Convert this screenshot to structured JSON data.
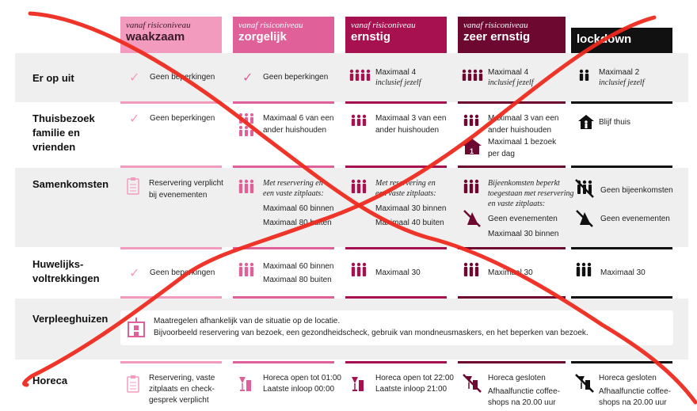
{
  "levels": [
    {
      "prefix": "vanaf risiconiveau",
      "name": "waakzaam",
      "color": "#f39bbf"
    },
    {
      "prefix": "vanaf risiconiveau",
      "name": "zorgelijk",
      "color": "#e0609a"
    },
    {
      "prefix": "vanaf risiconiveau",
      "name": "ernstig",
      "color": "#a7114f"
    },
    {
      "prefix": "vanaf risiconiveau",
      "name": "zeer ernstig",
      "color": "#6d0830"
    },
    {
      "prefix": "",
      "name": "lockdown",
      "color": "#111111"
    }
  ],
  "rows": {
    "er_op_uit": {
      "label": "Er op uit",
      "c1": "Geen beperkingen",
      "c2": "Geen beperkingen",
      "c3a": "Maximaal 4",
      "c3b": "inclusief jezelf",
      "c4a": "Maximaal 4",
      "c4b": "inclusief jezelf",
      "c5a": "Maximaal 2",
      "c5b": "inclusief jezelf"
    },
    "thuisbezoek": {
      "label_1": "Thuisbezoek",
      "label_2": "familie en",
      "label_3": "vrienden",
      "c1": "Geen beperkingen",
      "c2a": "Maximaal 6 van een",
      "c2b": "ander huishouden",
      "c3a": "Maximaal 3 van een",
      "c3b": "ander huishouden",
      "c4a": "Maximaal 3 van een",
      "c4b": "ander huishouden",
      "c4c": "Maximaal 1 bezoek",
      "c4d": "per dag",
      "c4badge": "1",
      "c5": "Blijf thuis"
    },
    "samenkomsten": {
      "label": "Samenkomsten",
      "c1a": "Reservering verplicht",
      "c1b": "bij evenementen",
      "c2a": "Met reservering en",
      "c2b": "een vaste zitplaats:",
      "c2c": "Maximaal 60 binnen",
      "c2d": "Maximaal 80 buiten",
      "c3a": "Met reservering en",
      "c3b": "een vaste zitplaats:",
      "c3c": "Maximaal 30 binnen",
      "c3d": "Maximaal 40 buiten",
      "c4a": "Bijeenkomsten beperkt",
      "c4b": "toegestaan met reservering",
      "c4c": "en vaste zitplaats:",
      "c4d": "Geen evenementen",
      "c4e": "Maximaal 30 binnen",
      "c5a": "Geen bijeenkomsten",
      "c5b": "Geen evenementen"
    },
    "huwelijk": {
      "label_1": "Huwelijks-",
      "label_2": "voltrekkingen",
      "c1": "Geen beperkingen",
      "c2a": "Maximaal 60 binnen",
      "c2b": "Maximaal 80 buiten",
      "c3": "Maximaal 30",
      "c4": "Maximaal 30",
      "c5": "Maximaal 30"
    },
    "verpleeghuizen": {
      "label": "Verpleeghuizen",
      "note1": "Maatregelen afhankelijk van de situatie op de locatie.",
      "note2": "Bijvoorbeeld reservering van bezoek, een gezondheidscheck, gebruik van mondneusmaskers, en het beperken van bezoek."
    },
    "horeca": {
      "label": "Horeca",
      "c1a": "Reservering, vaste",
      "c1b": "zitplaats en check-",
      "c1c": "gesprek verplicht",
      "c2a": "Horeca open tot 01:00",
      "c2b": "Laatste inloop 00:00",
      "c3a": "Horeca open tot 22:00",
      "c3b": "Laatste inloop 21:00",
      "c4a": "Horeca gesloten",
      "c4b": "Afhaalfunctie coffee-",
      "c4c": "shops na 20.00 uur",
      "c5a": "Horeca gesloten",
      "c5b": "Afhaalfunctie coffee-",
      "c5c": "shops na 20.00 uur"
    }
  }
}
